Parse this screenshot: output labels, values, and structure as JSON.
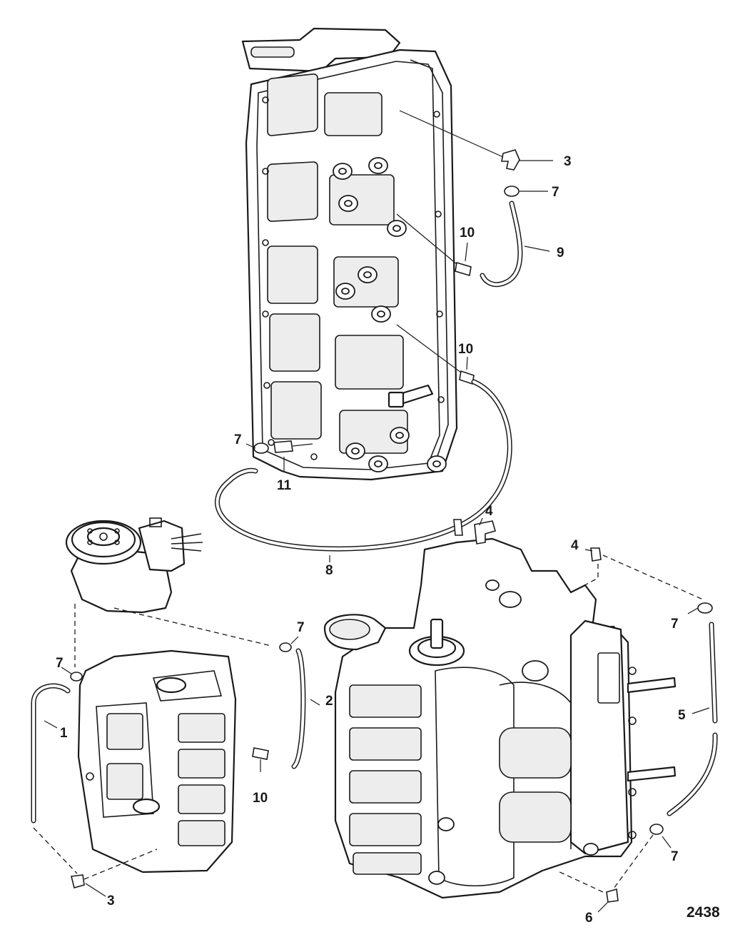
{
  "figure_number": "2438",
  "callouts": {
    "c1": "1",
    "c2": "2",
    "c3_top": "3",
    "c3_bottom": "3",
    "c4_left": "4",
    "c4_right": "4",
    "c5": "5",
    "c6": "6",
    "c7_top": "7",
    "c7_left_block": "7",
    "c7_small_block": "7",
    "c7_mid": "7",
    "c7_right_upper": "7",
    "c7_right_lower": "7",
    "c8": "8",
    "c9": "9",
    "c10_upper": "10",
    "c10_mid": "10",
    "c10_lower": "10",
    "c11": "11"
  }
}
